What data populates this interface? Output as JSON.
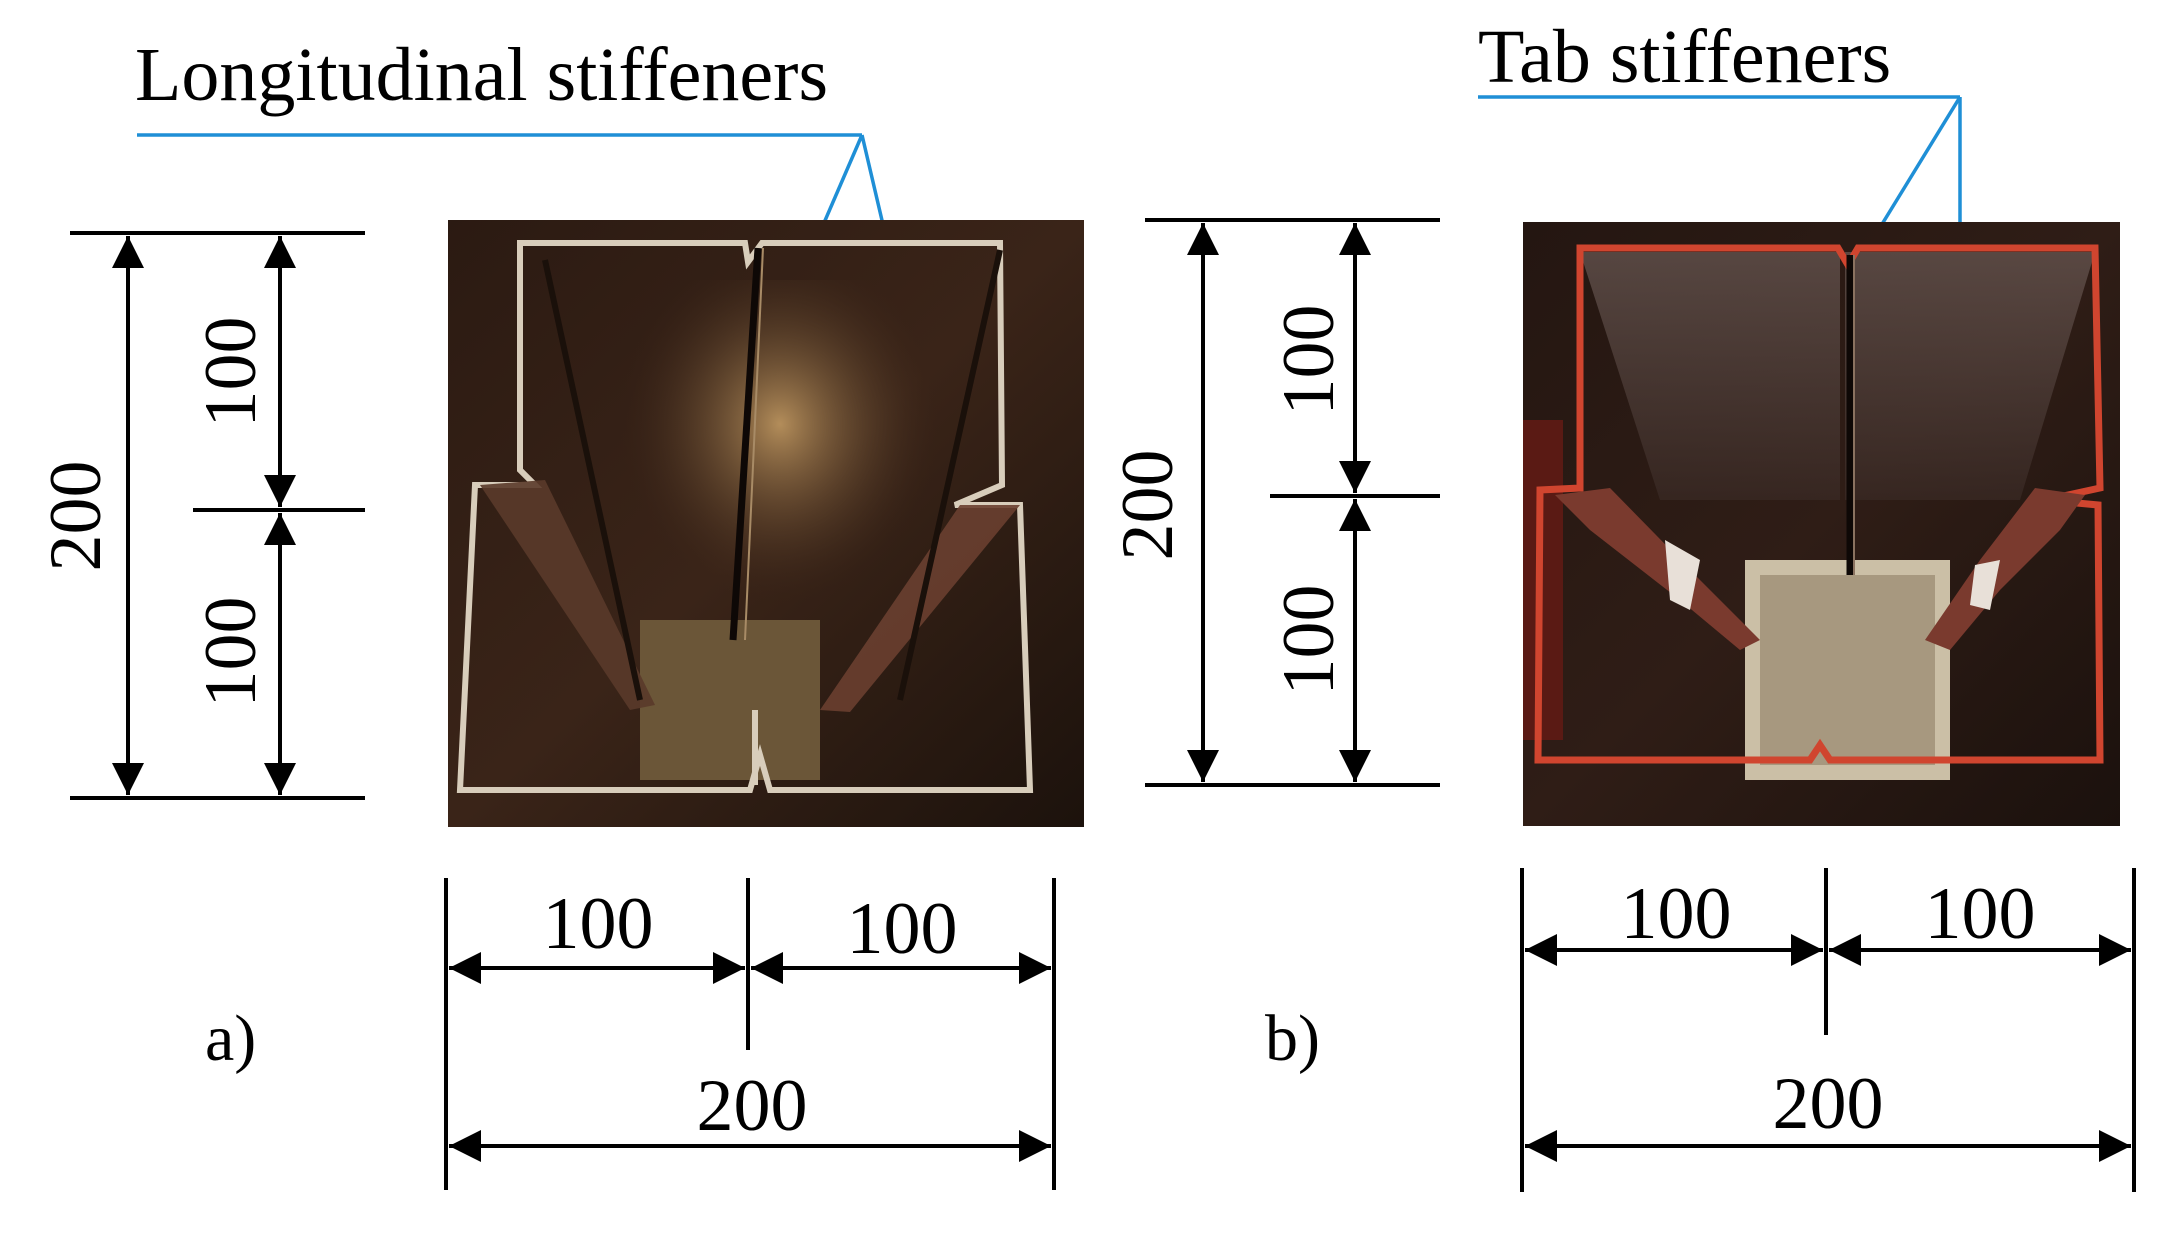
{
  "colors": {
    "accent": "#1f8fd6",
    "dimension": "#000000"
  },
  "panel_a": {
    "label": "a)",
    "callout": "Longitudinal stiffeners",
    "dims": {
      "height_total": "200",
      "height_upper": "100",
      "height_lower": "100",
      "width_left": "100",
      "width_right": "100",
      "width_total": "200"
    }
  },
  "panel_b": {
    "label": "b)",
    "callout": "Tab stiffeners",
    "dims": {
      "height_total": "200",
      "height_upper": "100",
      "height_lower": "100",
      "width_left": "100",
      "width_right": "100",
      "width_total": "200"
    }
  }
}
